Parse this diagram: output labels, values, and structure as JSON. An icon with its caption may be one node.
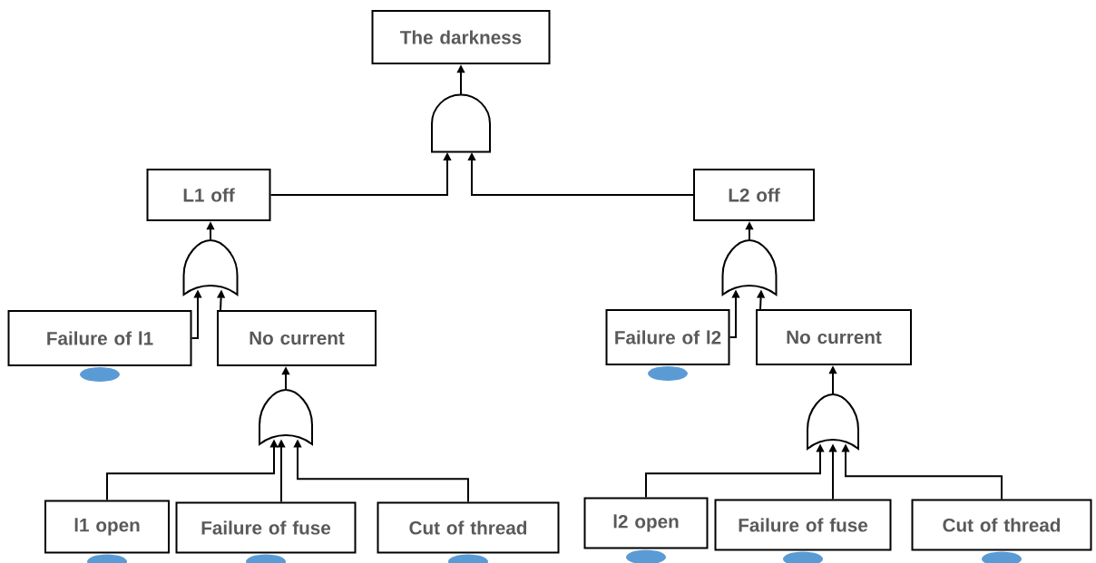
{
  "diagram": {
    "nodes": [
      {
        "text": [
          "The darkness"
        ]
      },
      {
        "text": [],
        "shape": "and-gate"
      },
      {
        "text": [
          "L1 off"
        ]
      },
      {
        "text": [
          "L2 off"
        ]
      },
      {
        "text": [],
        "shape": "or-gate"
      },
      {
        "text": [],
        "shape": "or-gate"
      },
      {
        "text": [
          "Failure of l1"
        ]
      },
      {
        "text": [
          "No current"
        ]
      },
      {
        "text": [
          "Failure of l2"
        ]
      },
      {
        "text": [
          "No current"
        ]
      },
      {
        "text": [],
        "shape": "or-gate"
      },
      {
        "text": [],
        "shape": "or-gate"
      },
      {
        "text": [
          "l1 open"
        ]
      },
      {
        "text": [
          "Failure of fuse"
        ]
      },
      {
        "text": [
          "Cut of thread"
        ]
      },
      {
        "text": [
          "l2 open"
        ]
      },
      {
        "text": [
          "Failure of fuse"
        ]
      },
      {
        "text": [
          "Cut of thread"
        ]
      }
    ],
    "edges": [
      {
        "from": 1,
        "to": 0,
        "arrow": "to"
      },
      {
        "from": 2,
        "to": 1,
        "arrow": "to"
      },
      {
        "from": 3,
        "to": 1,
        "arrow": "to"
      },
      {
        "from": 4,
        "to": 2,
        "arrow": "to"
      },
      {
        "from": 5,
        "to": 3,
        "arrow": "to"
      },
      {
        "from": 6,
        "to": 4,
        "arrow": "to"
      },
      {
        "from": 7,
        "to": 4,
        "arrow": "to"
      },
      {
        "from": 8,
        "to": 5,
        "arrow": "to"
      },
      {
        "from": 9,
        "to": 5,
        "arrow": "to"
      },
      {
        "from": 10,
        "to": 7,
        "arrow": "to"
      },
      {
        "from": 11,
        "to": 9,
        "arrow": "to"
      },
      {
        "from": 12,
        "to": 10,
        "arrow": "to"
      },
      {
        "from": 13,
        "to": 10,
        "arrow": "to"
      },
      {
        "from": 14,
        "to": 10,
        "arrow": "to"
      },
      {
        "from": 15,
        "to": 11,
        "arrow": "to"
      },
      {
        "from": 16,
        "to": 11,
        "arrow": "to"
      },
      {
        "from": 17,
        "to": 11,
        "arrow": "to"
      }
    ]
  }
}
